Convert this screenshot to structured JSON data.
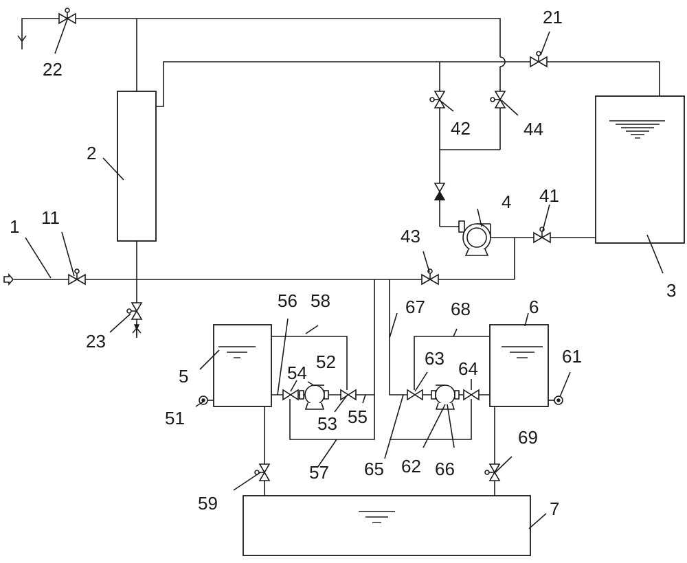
{
  "labels": {
    "n1": "1",
    "n2": "2",
    "n3": "3",
    "n4": "4",
    "n5": "5",
    "n6": "6",
    "n7": "7",
    "n11": "11",
    "n21": "21",
    "n22": "22",
    "n23": "23",
    "n41": "41",
    "n42": "42",
    "n43": "43",
    "n44": "44",
    "n51": "51",
    "n52": "52",
    "n53": "53",
    "n54": "54",
    "n55": "55",
    "n56": "56",
    "n57": "57",
    "n58": "58",
    "n59": "59",
    "n61": "61",
    "n62": "62",
    "n63": "63",
    "n64": "64",
    "n65": "65",
    "n66": "66",
    "n67": "67",
    "n68": "68",
    "n69": "69"
  },
  "colors": {
    "line": "#1a1a1a",
    "background": "#ffffff"
  },
  "icons": {
    "valve": "gate-valve-icon",
    "pump": "centrifugal-pump-icon",
    "check_valve": "check-valve-icon",
    "gauge": "gauge-icon",
    "drain": "drain-funnel-icon",
    "inlet": "inlet-arrow-icon",
    "level": "liquid-level-icon"
  }
}
